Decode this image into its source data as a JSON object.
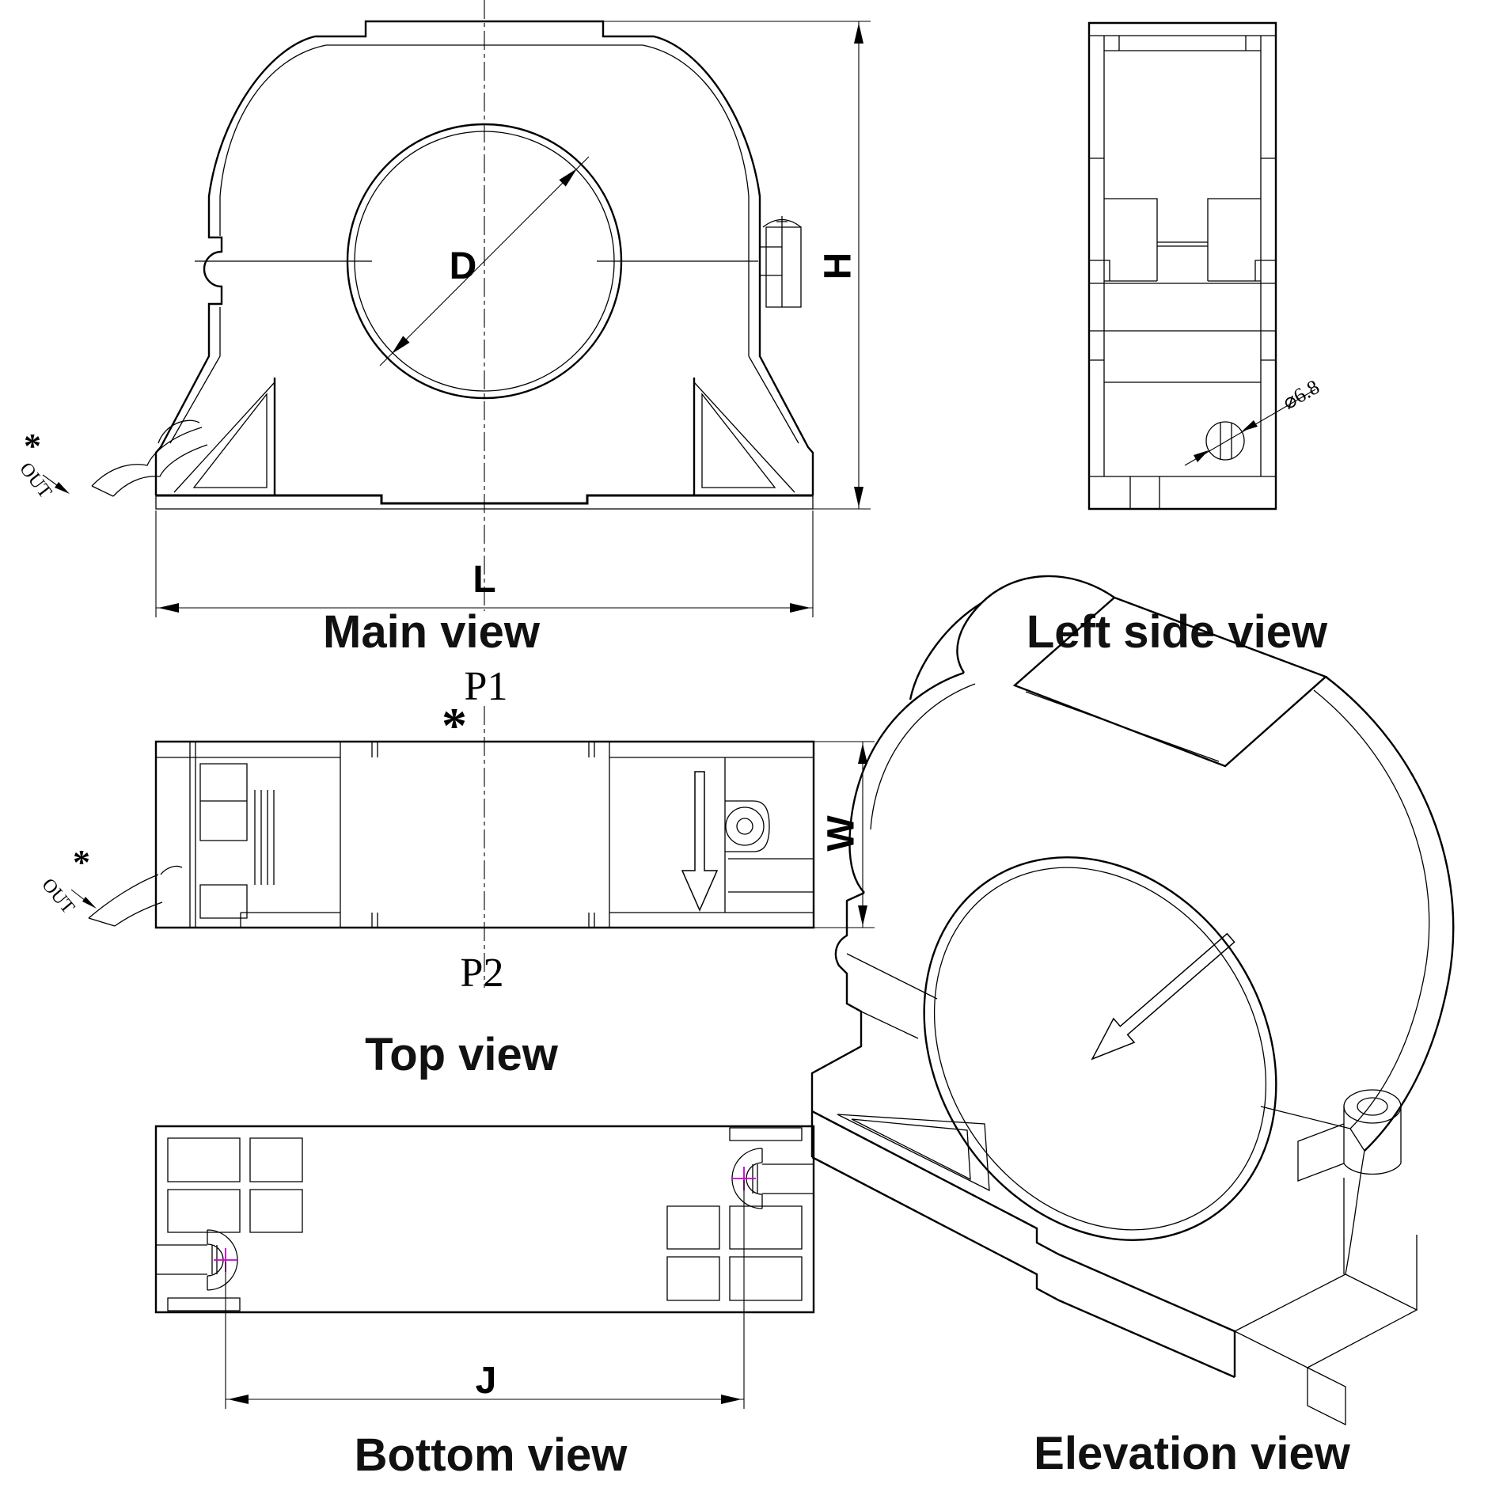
{
  "colors": {
    "background": "#ffffff",
    "line": "#000000",
    "dimension": "#cc0000",
    "center_mark": "#cc00cc",
    "title": "#111111"
  },
  "views": {
    "main": {
      "title": "Main view",
      "dim_diameter": "D",
      "dim_height": "H",
      "dim_length": "L",
      "out_label": "OUT",
      "out_star": "*"
    },
    "left_side": {
      "title": "Left side view",
      "hole_diameter_label": "⌀6.8"
    },
    "top": {
      "title": "Top view",
      "terminal_p1": "P1",
      "terminal_p2": "P2",
      "p1_star": "*",
      "dim_width": "W",
      "out_label": "OUT",
      "out_star": "*"
    },
    "bottom": {
      "title": "Bottom view",
      "dim_hole_span": "J"
    },
    "elevation": {
      "title": "Elevation view"
    }
  }
}
